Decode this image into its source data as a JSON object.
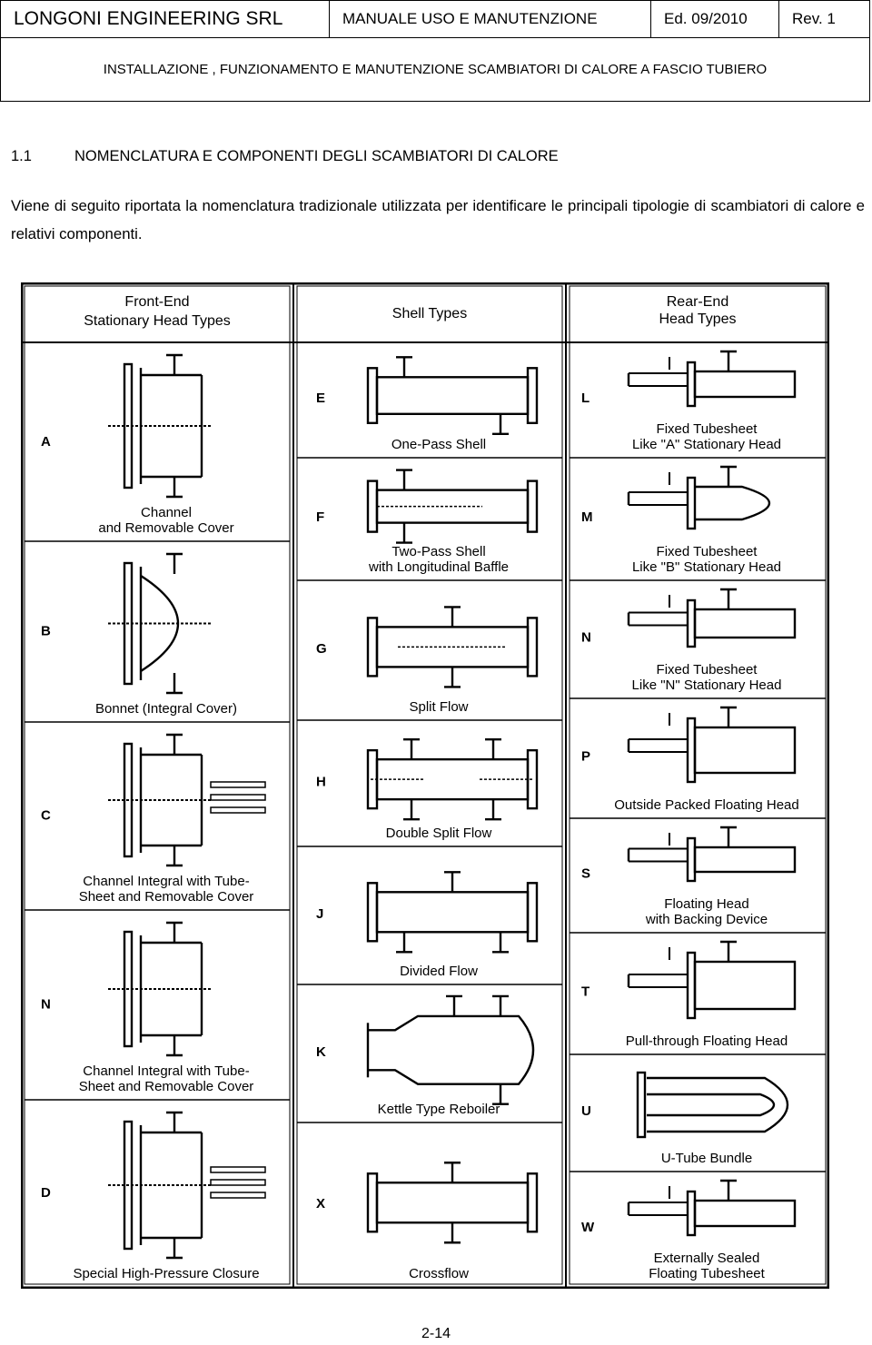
{
  "header": {
    "company": "LONGONI ENGINEERING SRL",
    "manual": "MANUALE USO E MANUTENZIONE",
    "edition": "Ed. 09/2010",
    "revision": "Rev. 1",
    "subtitle": "INSTALLAZIONE , FUNZIONAMENTO E MANUTENZIONE SCAMBIATORI DI CALORE A FASCIO TUBIERO"
  },
  "section": {
    "number": "1.1",
    "title": "NOMENCLATURA E COMPONENTI DEGLI SCAMBIATORI DI CALORE"
  },
  "paragraph": "Viene di seguito riportata la nomenclatura tradizionale utilizzata per identificare le principali tipologie di scambiatori di calore e relativi componenti.",
  "figure": {
    "front": {
      "title": [
        "Front-End",
        "Stationary Head Types"
      ],
      "items": [
        {
          "letter": "A",
          "caption": [
            "Channel",
            "and Removable Cover"
          ]
        },
        {
          "letter": "B",
          "caption": [
            "Bonnet (Integral Cover)"
          ]
        },
        {
          "letter": "C",
          "caption": [
            "Channel Integral with Tube-",
            "Sheet and Removable Cover"
          ]
        },
        {
          "letter": "N",
          "caption": [
            "Channel Integral with Tube-",
            "Sheet and Removable Cover"
          ]
        },
        {
          "letter": "D",
          "caption": [
            "Special High-Pressure Closure"
          ]
        }
      ]
    },
    "shell": {
      "title": [
        "Shell Types"
      ],
      "items": [
        {
          "letter": "E",
          "caption": [
            "One-Pass Shell"
          ]
        },
        {
          "letter": "F",
          "caption": [
            "Two-Pass Shell",
            "with Longitudinal Baffle"
          ]
        },
        {
          "letter": "G",
          "caption": [
            "Split Flow"
          ]
        },
        {
          "letter": "H",
          "caption": [
            "Double Split Flow"
          ]
        },
        {
          "letter": "J",
          "caption": [
            "Divided Flow"
          ]
        },
        {
          "letter": "K",
          "caption": [
            "Kettle Type Reboiler"
          ]
        },
        {
          "letter": "X",
          "caption": [
            "Crossflow"
          ]
        }
      ]
    },
    "rear": {
      "title": [
        "Rear-End",
        "Head Types"
      ],
      "items": [
        {
          "letter": "L",
          "caption": [
            "Fixed Tubesheet",
            "Like \"A\" Stationary Head"
          ]
        },
        {
          "letter": "M",
          "caption": [
            "Fixed Tubesheet",
            "Like \"B\" Stationary Head"
          ]
        },
        {
          "letter": "N",
          "caption": [
            "Fixed Tubesheet",
            "Like \"N\" Stationary Head"
          ]
        },
        {
          "letter": "P",
          "caption": [
            "Outside Packed Floating Head"
          ]
        },
        {
          "letter": "S",
          "caption": [
            "Floating Head",
            "with Backing Device"
          ]
        },
        {
          "letter": "T",
          "caption": [
            "Pull-through Floating Head"
          ]
        },
        {
          "letter": "U",
          "caption": [
            "U-Tube Bundle"
          ]
        },
        {
          "letter": "W",
          "caption": [
            "Externally Sealed",
            "Floating Tubesheet"
          ]
        }
      ]
    }
  },
  "page_number": "2-14"
}
